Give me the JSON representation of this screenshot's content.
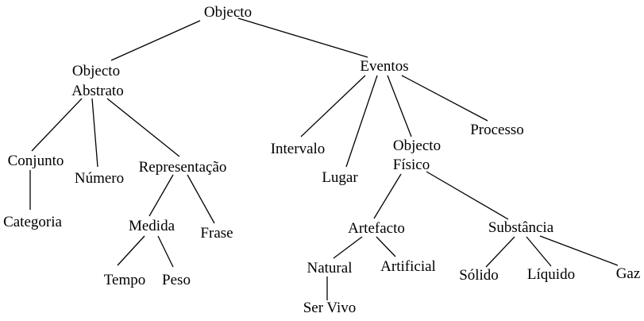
{
  "nodes": {
    "objecto": "Objecto",
    "abstrato_line1": "Objecto",
    "abstrato_line2": "Abstrato",
    "eventos": "Eventos",
    "conjunto": "Conjunto",
    "categoria": "Categoria",
    "numero": "Número",
    "representacao": "Representação",
    "medida": "Medida",
    "tempo": "Tempo",
    "peso": "Peso",
    "frase": "Frase",
    "intervalo": "Intervalo",
    "lugar": "Lugar",
    "fisico_line1": "Objecto",
    "fisico_line2": "Físico",
    "processo": "Processo",
    "artefacto": "Artefacto",
    "natural": "Natural",
    "ser_vivo": "Ser Vivo",
    "artificial": "Artificial",
    "substancia": "Substância",
    "solido": "Sólido",
    "liquido": "Líquido",
    "gaz": "Gaz"
  }
}
